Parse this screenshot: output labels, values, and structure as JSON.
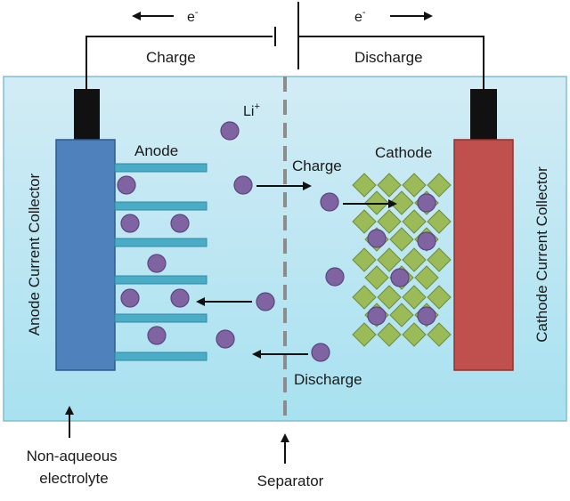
{
  "top": {
    "electron_left": "e",
    "electron_right": "e",
    "electron_sup": "-",
    "charge_label": "Charge",
    "discharge_label": "Discharge"
  },
  "labels": {
    "li_ion": "Li",
    "li_ion_sup": "+",
    "anode": "Anode",
    "cathode": "Cathode",
    "charge_arrow": "Charge",
    "discharge_arrow": "Discharge",
    "anode_collector": "Anode Current Collector",
    "cathode_collector": "Cathode Current Collector",
    "electrolyte_line1": "Non-aqueous",
    "electrolyte_line2": "electrolyte",
    "separator": "Separator"
  },
  "colors": {
    "electrolyte_top": "#cdeaf3",
    "electrolyte_bottom": "#a9e0ef",
    "anode_collector": "#4f81bd",
    "cathode_collector": "#c0504d",
    "anode_layer": "#4bacc6",
    "cathode_diamond": "#9bbb59",
    "li_ion": "#8064a2",
    "separator": "#8c8c8c",
    "terminal": "#111111"
  }
}
